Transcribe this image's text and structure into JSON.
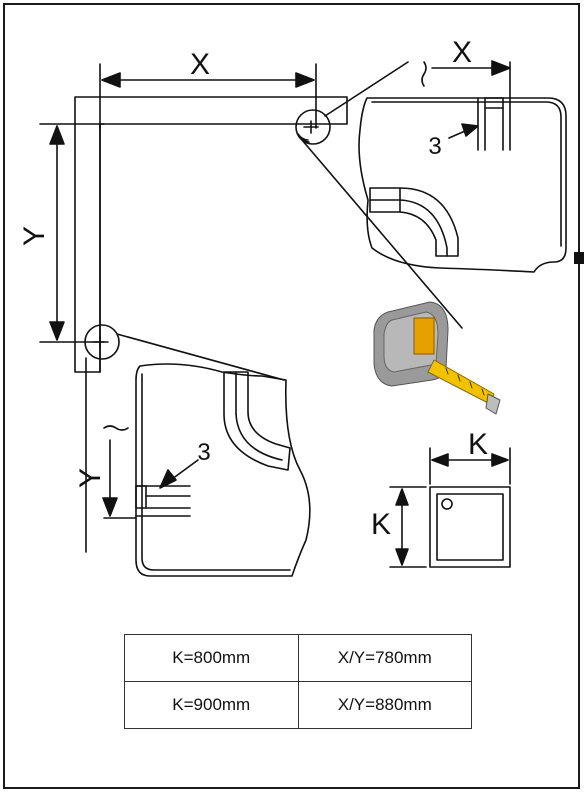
{
  "labels": {
    "x_top": "X",
    "x_detail": "X",
    "y_left": "Y",
    "y_detail": "Y",
    "part_top": "3",
    "part_bottom": "3",
    "k_horizontal": "K",
    "k_vertical": "K"
  },
  "table": {
    "rows": [
      [
        "K=800mm",
        "X/Y=780mm"
      ],
      [
        "K=900mm",
        "X/Y=880mm"
      ]
    ]
  },
  "icons": [
    "tape-measure-icon",
    "shower-tray-icon"
  ],
  "colors": {
    "line": "#111111",
    "tape_yellow": "#f2c200",
    "tape_body": "#9a9a9a"
  }
}
